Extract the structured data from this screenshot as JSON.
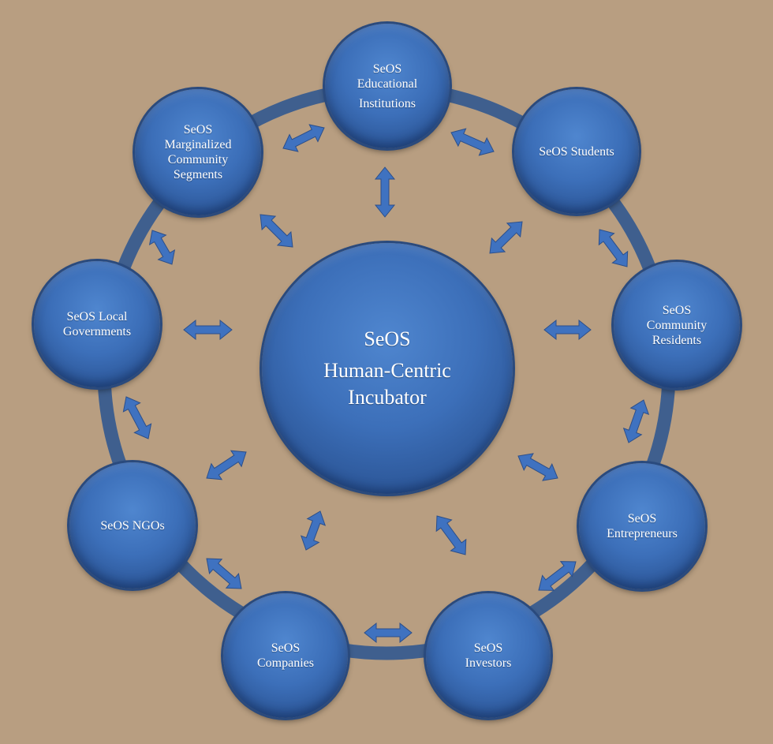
{
  "center": {
    "lines": [
      "SeOS",
      "Human-Centric",
      "Incubator"
    ]
  },
  "nodes": [
    {
      "lines": [
        "SeOS",
        "Educational",
        "Institutions"
      ]
    },
    {
      "lines": [
        "SeOS Students"
      ]
    },
    {
      "lines": [
        "SeOS",
        "Community",
        "Residents"
      ]
    },
    {
      "lines": [
        "SeOS",
        "Entrepreneurs"
      ]
    },
    {
      "lines": [
        "SeOS",
        "Investors"
      ]
    },
    {
      "lines": [
        "SeOS",
        "Companies"
      ]
    },
    {
      "lines": [
        "SeOS NGOs"
      ]
    },
    {
      "lines": [
        "SeOS Local",
        "Governments"
      ]
    },
    {
      "lines": [
        "SeOS",
        "Marginalized",
        "Community",
        "Segments"
      ]
    }
  ],
  "colors": {
    "background": "#b89e81",
    "ring": "#3f5f8e",
    "arrow": "#3f72c0",
    "node_fill": "#3c6fb9",
    "text": "#ffffff"
  }
}
